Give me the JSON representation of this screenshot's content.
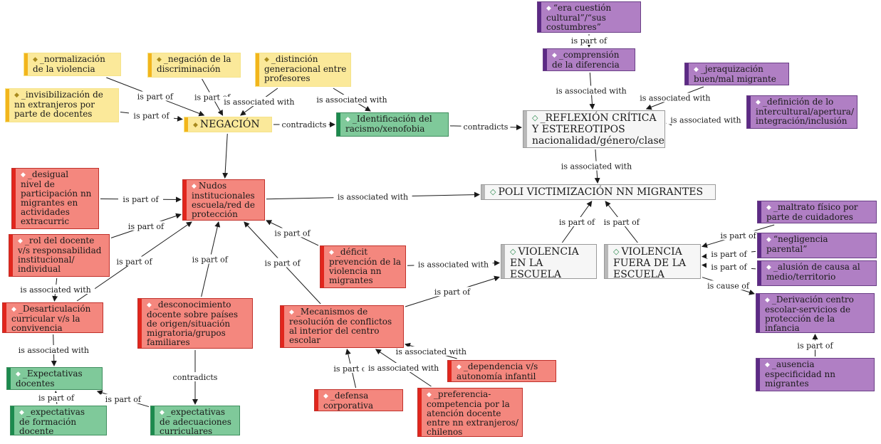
{
  "colors": {
    "yellow": "#fbe99a",
    "green": "#7fc99a",
    "red": "#f4877e",
    "purple": "#b07fc4",
    "gray": "#f6f6f6",
    "edge": "#1a1a1a"
  },
  "node_icon": "diamond-icon",
  "nodes": [
    {
      "id": "era",
      "label": "“era cuestión\ncultural”/“sus\ncostumbres”",
      "color": "purple"
    },
    {
      "id": "comp",
      "label": "_comprensión\nde la diferencia",
      "color": "purple"
    },
    {
      "id": "jer",
      "label": "_jeraquización\nbuen/mal migrante",
      "color": "purple"
    },
    {
      "id": "defi",
      "label": "_definición de lo\nintercultural/apertura/\nintegración/inclusión",
      "color": "purple"
    },
    {
      "id": "norm",
      "label": "_normalización\nde la violencia",
      "color": "yellow"
    },
    {
      "id": "negdis",
      "label": "_negación de la\ndiscriminación",
      "color": "yellow"
    },
    {
      "id": "dist",
      "label": "_distinción\ngeneracional entre\nprofesores",
      "color": "yellow"
    },
    {
      "id": "invis",
      "label": "_invisibilización de\nnn extranjeros por\nparte de docentes",
      "color": "yellow"
    },
    {
      "id": "neg",
      "label": "NEGACIÓN",
      "color": "yellow"
    },
    {
      "id": "ident",
      "label": "_Identificación del\nracismo/xenofobia",
      "color": "green"
    },
    {
      "id": "refl",
      "label": "_REFLEXIÓN CRÍTICA\nY ESTEREOTIPOS\nnacionalidad/género/clase",
      "color": "gray"
    },
    {
      "id": "desig",
      "label": "_desigual\nnivel de\nparticipación nn\nmigrantes en\nactividades\nextracurric",
      "color": "red"
    },
    {
      "id": "nudos",
      "label": "Nudos\ninstitucionales\nescuela/red de\nprotección",
      "color": "red"
    },
    {
      "id": "poli",
      "label": "POLI VICTIMIZACIÓN NN MIGRANTES",
      "color": "gray"
    },
    {
      "id": "malt",
      "label": "_maltrato físico por\nparte de cuidadores",
      "color": "purple"
    },
    {
      "id": "rol",
      "label": "_rol del docente\nv/s responsabilidad\ninstitucional/\nindividual",
      "color": "red"
    },
    {
      "id": "deficit",
      "label": "_déficit\nprevención de la\nviolencia nn\nmigrantes",
      "color": "red"
    },
    {
      "id": "viesc",
      "label": "VIOLENCIA\nEN LA ESCUELA",
      "color": "gray"
    },
    {
      "id": "vifue",
      "label": "VIOLENCIA\nFUERA DE LA\nESCUELA",
      "color": "gray"
    },
    {
      "id": "negl",
      "label": "“negligencia\nparental”",
      "color": "purple"
    },
    {
      "id": "alus",
      "label": "_alusión de causa al\nmedio/territorio",
      "color": "purple"
    },
    {
      "id": "desart",
      "label": "_Desarticulación\ncurricular v/s la\nconvivencia",
      "color": "red"
    },
    {
      "id": "descon",
      "label": "_desconocimiento\ndocente sobre países\nde origen/situación\nmigratoria/grupos\nfamiliares",
      "color": "red"
    },
    {
      "id": "mecan",
      "label": "_Mecanismos de\nresolución de conflictos\nal interior del centro\nescolar",
      "color": "red"
    },
    {
      "id": "deriv",
      "label": "_Derivación centro\nescolar-servicios de\nprotección de la\ninfancia",
      "color": "purple"
    },
    {
      "id": "expect",
      "label": "_Expectativas\ndocentes",
      "color": "green"
    },
    {
      "id": "depen",
      "label": "_dependencia v/s\nautonomía infantil",
      "color": "red"
    },
    {
      "id": "ausen",
      "label": "_ausencia\nespecificidad nn\nmigrantes",
      "color": "purple"
    },
    {
      "id": "defens",
      "label": "_defensa\ncorporativa",
      "color": "red"
    },
    {
      "id": "pref",
      "label": "_preferencia-\ncompetencia por la\natención docente\nentre nn extranjeros/\nchilenos",
      "color": "red"
    },
    {
      "id": "expform",
      "label": "_expectativas\nde formación\ndocente",
      "color": "green"
    },
    {
      "id": "expadec",
      "label": "_expectativas\nde adecuaciones\ncurriculares",
      "color": "green"
    }
  ],
  "edges": [
    {
      "from": "era",
      "to": "comp",
      "label": "is part of"
    },
    {
      "from": "comp",
      "to": "refl",
      "label": "is associated with"
    },
    {
      "from": "jer",
      "to": "refl",
      "label": "is associated with"
    },
    {
      "from": "defi",
      "to": "refl",
      "label": "is associated with"
    },
    {
      "from": "norm",
      "to": "neg",
      "label": "is part of"
    },
    {
      "from": "negdis",
      "to": "neg",
      "label": "is part of"
    },
    {
      "from": "dist",
      "to": "neg",
      "label": "is associated with"
    },
    {
      "from": "dist",
      "to": "ident",
      "label": "is associated with"
    },
    {
      "from": "invis",
      "to": "neg",
      "label": "is part of"
    },
    {
      "from": "neg",
      "to": "ident",
      "label": "contradicts"
    },
    {
      "from": "ident",
      "to": "refl",
      "label": "contradicts"
    },
    {
      "from": "neg",
      "to": "nudos",
      "label": ""
    },
    {
      "from": "refl",
      "to": "poli",
      "label": "is associated with"
    },
    {
      "from": "desig",
      "to": "nudos",
      "label": "is part of"
    },
    {
      "from": "nudos",
      "to": "poli",
      "label": "is associated with"
    },
    {
      "from": "rol",
      "to": "nudos",
      "label": "is part of"
    },
    {
      "from": "desart",
      "to": "nudos",
      "label": "is part of"
    },
    {
      "from": "descon",
      "to": "nudos",
      "label": "is part of"
    },
    {
      "from": "deficit",
      "to": "nudos",
      "label": "is part of"
    },
    {
      "from": "mecan",
      "to": "nudos",
      "label": "is part of"
    },
    {
      "from": "viesc",
      "to": "poli",
      "label": "is part of"
    },
    {
      "from": "vifue",
      "to": "poli",
      "label": "is part of"
    },
    {
      "from": "deficit",
      "to": "viesc",
      "label": "is associated with"
    },
    {
      "from": "mecan",
      "to": "viesc",
      "label": "is part of"
    },
    {
      "from": "malt",
      "to": "vifue",
      "label": "is part of"
    },
    {
      "from": "negl",
      "to": "vifue",
      "label": "is part of"
    },
    {
      "from": "alus",
      "to": "vifue",
      "label": "is part of"
    },
    {
      "from": "vifue",
      "to": "deriv",
      "label": "is cause of"
    },
    {
      "from": "ausen",
      "to": "deriv",
      "label": "is part of"
    },
    {
      "from": "rol",
      "to": "desart",
      "label": "is associated with"
    },
    {
      "from": "desart",
      "to": "expect",
      "label": "is associated with"
    },
    {
      "from": "expform",
      "to": "expect",
      "label": "is part of"
    },
    {
      "from": "expadec",
      "to": "expect",
      "label": "is part of"
    },
    {
      "from": "descon",
      "to": "expadec",
      "label": "contradicts"
    },
    {
      "from": "defens",
      "to": "mecan",
      "label": "is part of"
    },
    {
      "from": "pref",
      "to": "mecan",
      "label": "is associated with"
    },
    {
      "from": "depen",
      "to": "mecan",
      "label": "is associated with"
    }
  ]
}
